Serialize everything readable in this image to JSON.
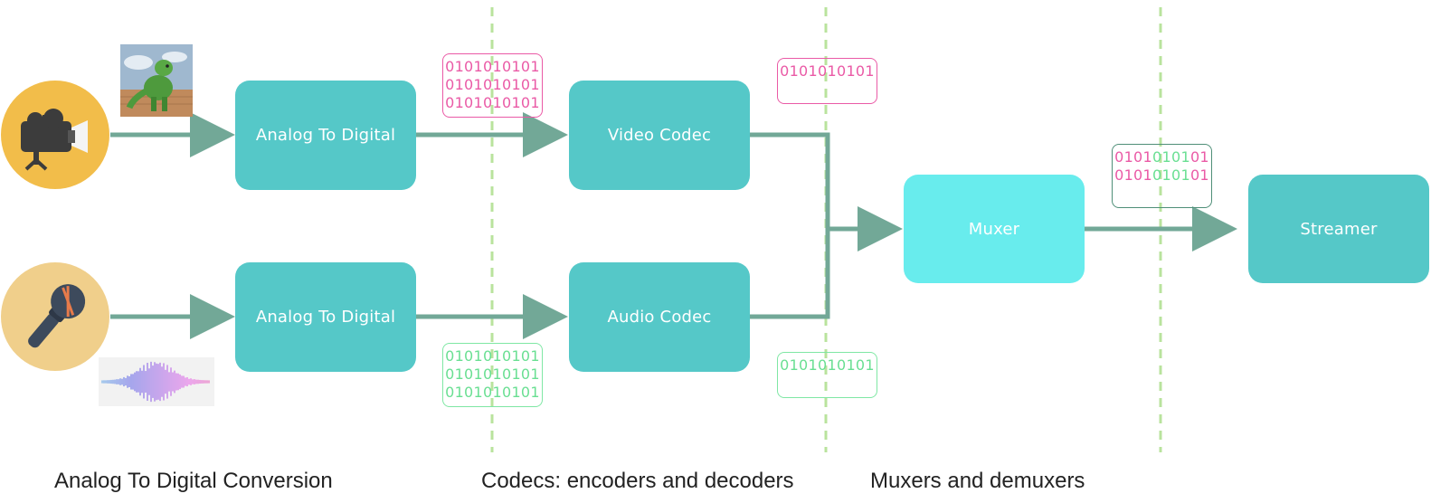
{
  "nodes": {
    "analog_top": "Analog To Digital",
    "analog_bottom": "Analog To Digital",
    "video_codec": "Video Codec",
    "audio_codec": "Audio Codec",
    "muxer": "Muxer",
    "streamer": "Streamer"
  },
  "bits": {
    "video_raw": [
      "0101010101",
      "0101010101",
      "0101010101"
    ],
    "audio_raw": [
      "0101010101",
      "0101010101",
      "0101010101"
    ],
    "video_encoded": [
      "0101010101"
    ],
    "audio_encoded": [
      "0101010101"
    ],
    "muxed": [
      [
        {
          "t": "0101",
          "c": "pink"
        },
        {
          "t": "0101",
          "c": "green"
        },
        {
          "t": "01",
          "c": "pink"
        }
      ],
      [
        {
          "t": "0101",
          "c": "pink"
        },
        {
          "t": "0101",
          "c": "green"
        },
        {
          "t": "01",
          "c": "pink"
        }
      ]
    ]
  },
  "captions": {
    "analog": "Analog To Digital Conversion",
    "codecs": "Codecs: encoders and decoders",
    "muxers": "Muxers and demuxers"
  },
  "icons": {
    "camera": "video-camera-icon",
    "microphone": "microphone-icon",
    "dinosaur": "dinosaur-image",
    "waveform": "audio-waveform-image"
  },
  "colors": {
    "node": "#55c8c8",
    "muxer": "#68eced",
    "arrow": "#72a897",
    "divider": "#b9e39d",
    "video_bits": "#ea5aa6",
    "audio_bits": "#69df92",
    "camera_bg": "#f2bd4a",
    "mic_bg": "#f0cf8b"
  }
}
